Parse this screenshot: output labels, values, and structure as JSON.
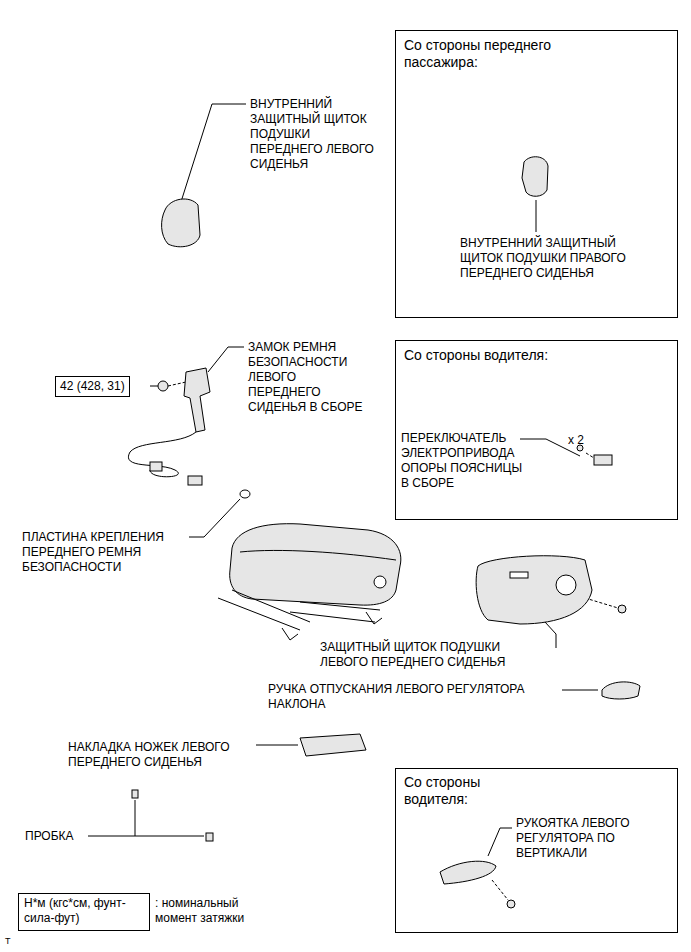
{
  "diagram": {
    "nodes": [
      {
        "text": [
          "Со стороны переднего пассажира:",
          "ВНУТРЕННИЙ ЗАЩИТНЫЙ ЩИТОК ПОДУШКИ ПРАВОГО ПЕРЕДНЕГО СИДЕНЬЯ"
        ]
      },
      {
        "text": [
          "Со стороны водителя:",
          "ПЕРЕКЛЮЧАТЕЛЬ ЭЛЕКТРОПРИВОДА ОПОРЫ ПОЯСНИЦЫ В СБОРЕ",
          "x 2"
        ]
      },
      {
        "text": [
          "42 (428, 31)"
        ]
      },
      {
        "text": [
          "Со стороны водителя:",
          "РУКОЯТКА ЛЕВОГО РЕГУЛЯТОРА ПО ВЕРТИКАЛИ"
        ]
      },
      {
        "text": [
          "Н*м (кгс*см, фунт-сила-фут)",
          ": номинальный момент затяжки"
        ]
      }
    ],
    "edges": [],
    "labels": [
      "ВНУТРЕННИЙ ЗАЩИТНЫЙ ЩИТОК ПОДУШКИ ПЕРЕДНЕГО ЛЕВОГО СИДЕНЬЯ",
      "ЗАМОК РЕМНЯ БЕЗОПАСНОСТИ ЛЕВОГО ПЕРЕДНЕГО СИДЕНЬЯ В СБОРЕ",
      "ПЛАСТИНА КРЕПЛЕНИЯ ПЕРЕДНЕГО РЕМНЯ БЕЗОПАСНОСТИ",
      "ЗАЩИТНЫЙ ЩИТОК ПОДУШКИ ЛЕВОГО ПЕРЕДНЕГО СИДЕНЬЯ",
      "РУЧКА ОТПУСКАНИЯ ЛЕВОГО РЕГУЛЯТОРА НАКЛОНА",
      "НАКЛАДКА НОЖЕК ЛЕВОГО ПЕРЕДНЕГО СИДЕНЬЯ",
      "ПРОБКА",
      "T"
    ]
  }
}
